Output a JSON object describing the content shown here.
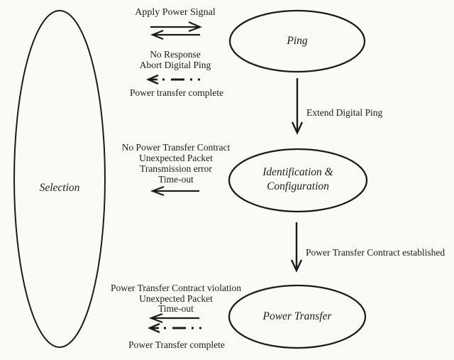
{
  "colors": {
    "background": "#fbfaf7",
    "ink": "#1b1b1b"
  },
  "states": {
    "selection": "Selection",
    "ping": "Ping",
    "identification": "Identification &\nConfiguration",
    "power_transfer": "Power Transfer"
  },
  "labels": {
    "apply_power_signal": "Apply Power Signal",
    "no_response_abort": "No Response\nAbort Digital Ping",
    "power_transfer_complete_top": "Power transfer complete",
    "extend_digital_ping": "Extend Digital Ping",
    "identification_exit_events": "No Power Transfer Contract\nUnexpected Packet\nTransmission error\nTime-out",
    "contract_established": "Power Transfer Contract established",
    "power_transfer_exit_events": "Power Transfer Contract violation\nUnexpected Packet\nTime-out",
    "power_transfer_complete_bottom": "Power Transfer complete"
  },
  "arrows": [
    {
      "name": "apply-power-right-arrow",
      "style": "solid",
      "direction": "right"
    },
    {
      "name": "apply-power-return-arrow",
      "style": "solid",
      "direction": "left"
    },
    {
      "name": "abort-digital-ping-arrow",
      "style": "dash-dot",
      "direction": "left"
    },
    {
      "name": "extend-digital-ping-arrow",
      "style": "solid",
      "direction": "down"
    },
    {
      "name": "identification-exit-arrow",
      "style": "solid",
      "direction": "left"
    },
    {
      "name": "contract-established-arrow",
      "style": "solid",
      "direction": "down"
    },
    {
      "name": "power-transfer-exit-arrow",
      "style": "solid",
      "direction": "left"
    },
    {
      "name": "power-transfer-complete-arrow",
      "style": "dash-dot",
      "direction": "left"
    }
  ]
}
